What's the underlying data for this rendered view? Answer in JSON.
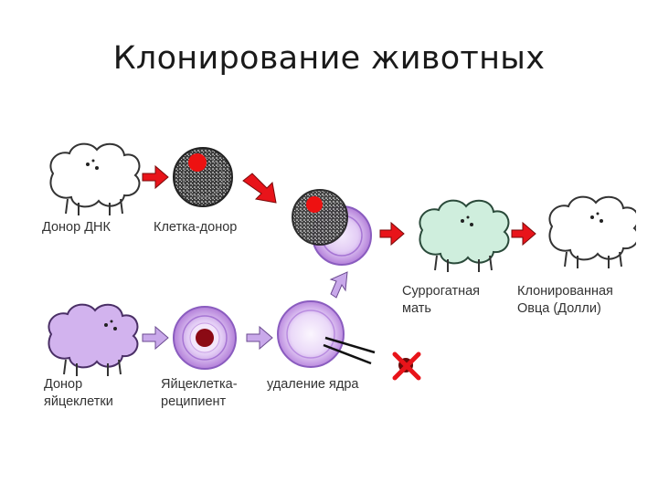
{
  "title": "Клонирование животных",
  "labels": {
    "dna_donor": "Донор ДНК",
    "donor_cell": "Клетка-донор",
    "surrogate_line1": "Суррогатная",
    "surrogate_line2": "мать",
    "cloned_line1": "Клонированная",
    "cloned_line2": "Овца (Долли)",
    "egg_donor_line1": "Донор",
    "egg_donor_line2": "яйцеклетки",
    "egg_recipient_line1": "Яйцеклетка-",
    "egg_recipient_line2": "реципиент",
    "nucleus_removal": "удаление ядра"
  },
  "colors": {
    "arrow": "#e8141a",
    "arrow_purple": "#c9a9ea",
    "nucleus_red": "#ee1111",
    "nucleus_dark": "#8b0a14",
    "sheep_white": "#ffffff",
    "sheep_green": "#cfeedd",
    "sheep_purple": "#d2b3ee",
    "cell_gray": "#555555",
    "cell_purple": "#c395e6",
    "discard_x": "#e8141a"
  }
}
